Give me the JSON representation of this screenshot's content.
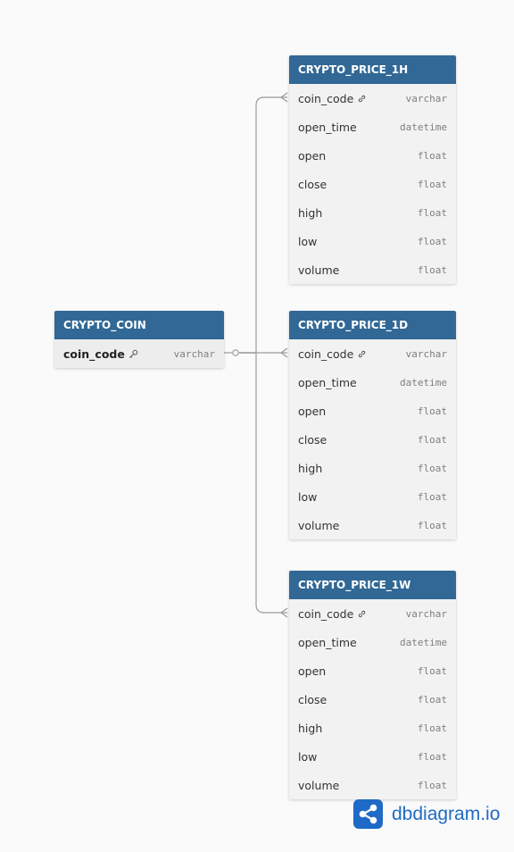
{
  "tables": {
    "coin": {
      "name": "CRYPTO_COIN",
      "fields": [
        {
          "name": "coin_code",
          "type": "varchar"
        }
      ]
    },
    "price_1h": {
      "name": "CRYPTO_PRICE_1H",
      "fields": [
        {
          "name": "coin_code",
          "type": "varchar"
        },
        {
          "name": "open_time",
          "type": "datetime"
        },
        {
          "name": "open",
          "type": "float"
        },
        {
          "name": "close",
          "type": "float"
        },
        {
          "name": "high",
          "type": "float"
        },
        {
          "name": "low",
          "type": "float"
        },
        {
          "name": "volume",
          "type": "float"
        }
      ]
    },
    "price_1d": {
      "name": "CRYPTO_PRICE_1D",
      "fields": [
        {
          "name": "coin_code",
          "type": "varchar"
        },
        {
          "name": "open_time",
          "type": "datetime"
        },
        {
          "name": "open",
          "type": "float"
        },
        {
          "name": "close",
          "type": "float"
        },
        {
          "name": "high",
          "type": "float"
        },
        {
          "name": "low",
          "type": "float"
        },
        {
          "name": "volume",
          "type": "float"
        }
      ]
    },
    "price_1w": {
      "name": "CRYPTO_PRICE_1W",
      "fields": [
        {
          "name": "coin_code",
          "type": "varchar"
        },
        {
          "name": "open_time",
          "type": "datetime"
        },
        {
          "name": "open",
          "type": "float"
        },
        {
          "name": "close",
          "type": "float"
        },
        {
          "name": "high",
          "type": "float"
        },
        {
          "name": "low",
          "type": "float"
        },
        {
          "name": "volume",
          "type": "float"
        }
      ]
    }
  },
  "relations": [
    {
      "from": "CRYPTO_COIN.coin_code",
      "to": "CRYPTO_PRICE_1H.coin_code",
      "cardinality": "one-to-many"
    },
    {
      "from": "CRYPTO_COIN.coin_code",
      "to": "CRYPTO_PRICE_1D.coin_code",
      "cardinality": "one-to-many"
    },
    {
      "from": "CRYPTO_COIN.coin_code",
      "to": "CRYPTO_PRICE_1W.coin_code",
      "cardinality": "one-to-many"
    }
  ],
  "brand": {
    "label": "dbdiagram.io",
    "icon": "share-nodes-icon",
    "color": "#1f6ac6"
  },
  "colors": {
    "header": "#316896",
    "body": "#f2f2f2",
    "connector": "#9a9a9a"
  }
}
